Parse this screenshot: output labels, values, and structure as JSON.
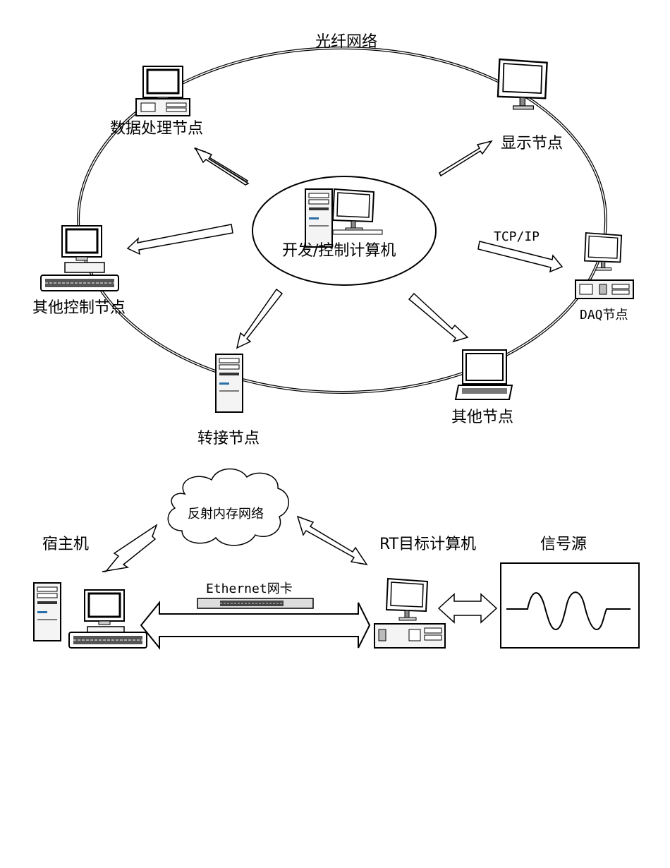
{
  "top_diagram": {
    "network_label": "光纤网络",
    "center_label": "开发/控制计算机",
    "protocol_label": "TCP/IP",
    "nodes": {
      "data_processing": "数据处理节点",
      "display": "显示节点",
      "other_control": "其他控制节点",
      "daq": "DAQ节点",
      "transfer": "转接节点",
      "other": "其他节点"
    }
  },
  "bottom_diagram": {
    "cloud_label": "反射内存网络",
    "host_label": "宿主机",
    "rt_target_label": "RT目标计算机",
    "signal_source_label": "信号源",
    "ethernet_label": "Ethernet网卡"
  }
}
